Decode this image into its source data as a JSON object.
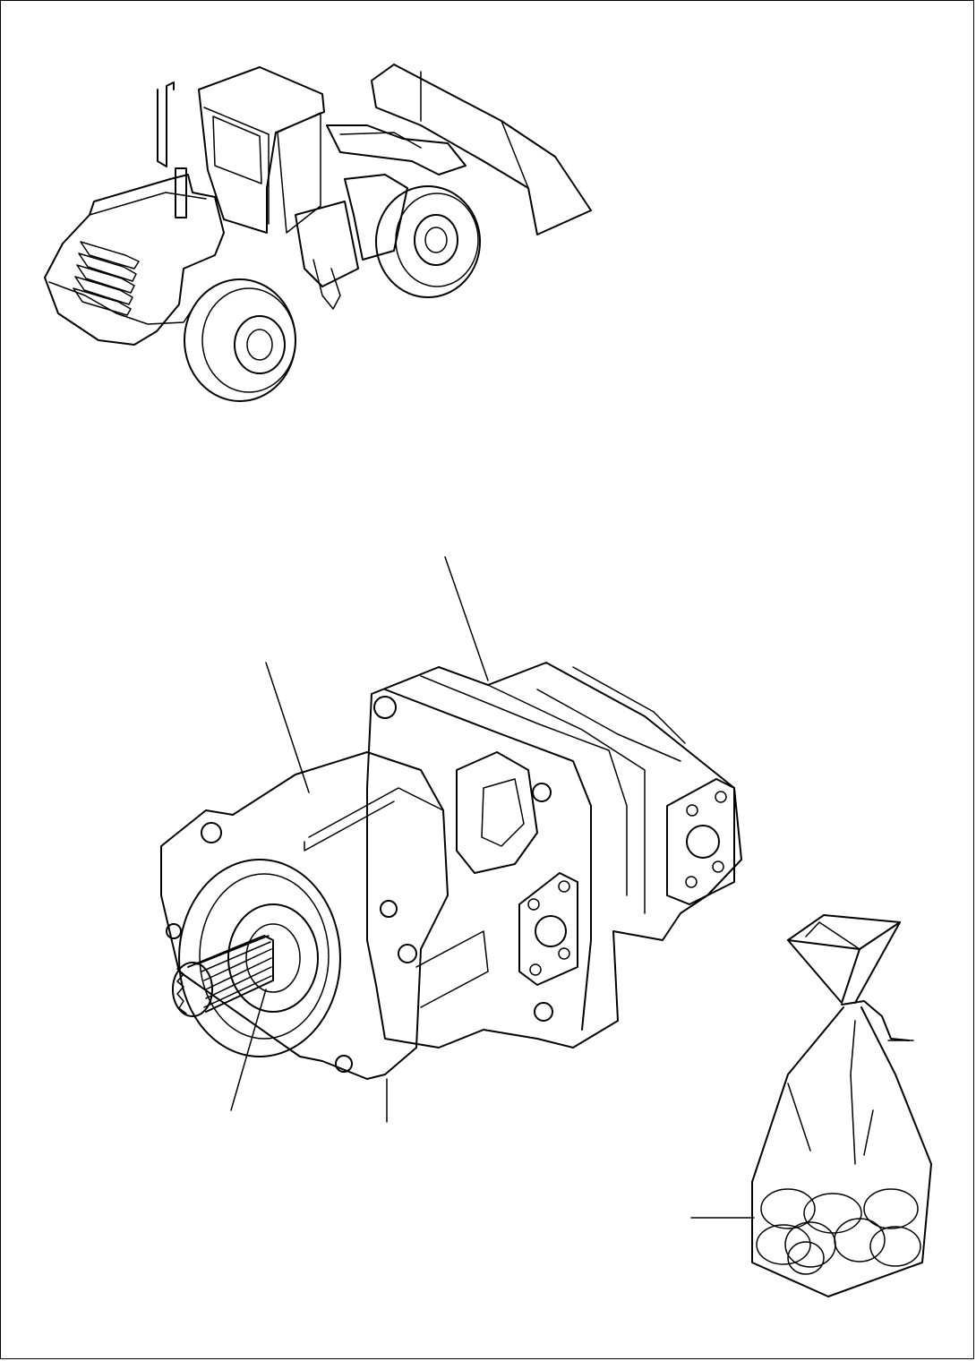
{
  "figure": {
    "background": "#ffffff",
    "line_color": "#000000",
    "items": [
      {
        "id": "wheel-loader",
        "kind": "illustration"
      },
      {
        "id": "hydraulic-pump",
        "kind": "illustration"
      },
      {
        "id": "parts-bag",
        "kind": "illustration"
      }
    ],
    "callout_count": 6
  }
}
